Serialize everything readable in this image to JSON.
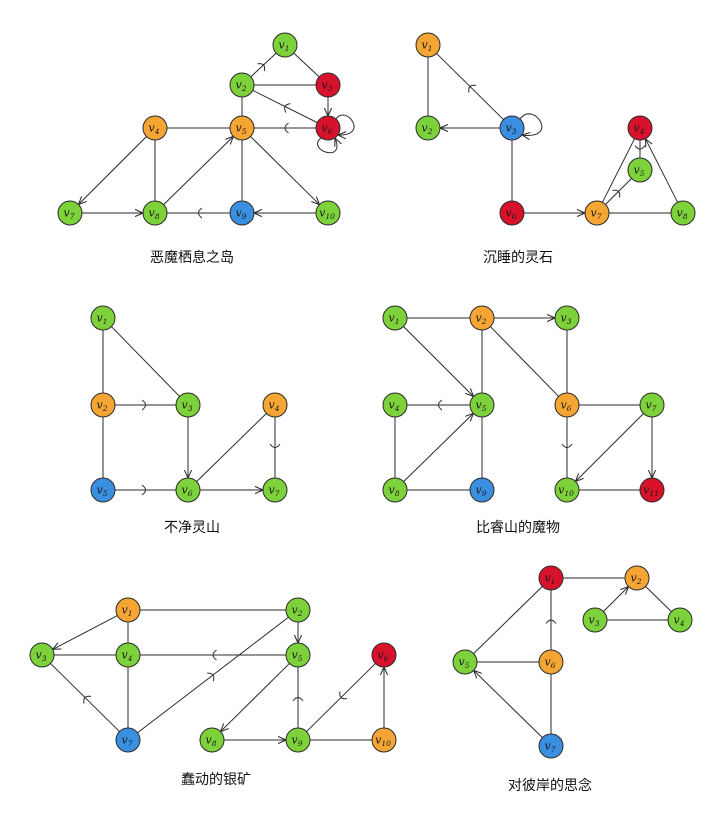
{
  "colors": {
    "green": "#7dd13a",
    "orange": "#f5a533",
    "red": "#d9122b",
    "blue": "#3b8fe0"
  },
  "graphs": [
    {
      "caption": "恶魔栖息之岛",
      "nodes": [
        {
          "id": "v1",
          "label": "v",
          "sub": "1",
          "color": "green"
        },
        {
          "id": "v2",
          "label": "v",
          "sub": "2",
          "color": "green"
        },
        {
          "id": "v3",
          "label": "v",
          "sub": "3",
          "color": "red"
        },
        {
          "id": "v4",
          "label": "v",
          "sub": "4",
          "color": "orange"
        },
        {
          "id": "v5",
          "label": "v",
          "sub": "5",
          "color": "orange"
        },
        {
          "id": "v6",
          "label": "v",
          "sub": "6",
          "color": "red"
        },
        {
          "id": "v7",
          "label": "v",
          "sub": "7",
          "color": "green"
        },
        {
          "id": "v8",
          "label": "v",
          "sub": "8",
          "color": "green"
        },
        {
          "id": "v9",
          "label": "v",
          "sub": "9",
          "color": "blue"
        },
        {
          "id": "v10",
          "label": "v",
          "sub": "10",
          "color": "green"
        }
      ],
      "edges": [
        {
          "from": "v1",
          "to": "v2",
          "type": "one-way"
        },
        {
          "from": "v1",
          "to": "v3",
          "type": "line"
        },
        {
          "from": "v2",
          "to": "v3",
          "type": "line"
        },
        {
          "from": "v2",
          "to": "v5",
          "type": "line"
        },
        {
          "from": "v2",
          "to": "v6",
          "type": "one-way"
        },
        {
          "from": "v3",
          "to": "v6",
          "type": "arrow"
        },
        {
          "from": "v4",
          "to": "v5",
          "type": "line"
        },
        {
          "from": "v4",
          "to": "v7",
          "type": "arrow"
        },
        {
          "from": "v4",
          "to": "v8",
          "type": "line"
        },
        {
          "from": "v5",
          "to": "v6",
          "type": "one-way"
        },
        {
          "from": "v5",
          "to": "v9",
          "type": "line"
        },
        {
          "from": "v5",
          "to": "v10",
          "type": "arrow"
        },
        {
          "from": "v7",
          "to": "v8",
          "type": "arrow"
        },
        {
          "from": "v8",
          "to": "v5",
          "type": "arrow"
        },
        {
          "from": "v8",
          "to": "v9",
          "type": "one-way"
        },
        {
          "from": "v10",
          "to": "v9",
          "type": "arrow"
        },
        {
          "from": "v6",
          "to": "v6",
          "type": "loop-right"
        },
        {
          "from": "v6",
          "to": "v6",
          "type": "loop-down"
        }
      ]
    },
    {
      "caption": "沉睡的灵石",
      "nodes": [
        {
          "id": "v1",
          "label": "v",
          "sub": "1",
          "color": "orange"
        },
        {
          "id": "v2",
          "label": "v",
          "sub": "2",
          "color": "green"
        },
        {
          "id": "v3",
          "label": "v",
          "sub": "3",
          "color": "blue"
        },
        {
          "id": "v4",
          "label": "v",
          "sub": "4",
          "color": "red"
        },
        {
          "id": "v5",
          "label": "v",
          "sub": "5",
          "color": "green"
        },
        {
          "id": "v6",
          "label": "v",
          "sub": "6",
          "color": "red"
        },
        {
          "id": "v7",
          "label": "v",
          "sub": "7",
          "color": "orange"
        },
        {
          "id": "v8",
          "label": "v",
          "sub": "8",
          "color": "green"
        }
      ],
      "edges": [
        {
          "from": "v1",
          "to": "v2",
          "type": "line"
        },
        {
          "from": "v1",
          "to": "v3",
          "type": "one-way"
        },
        {
          "from": "v3",
          "to": "v2",
          "type": "arrow"
        },
        {
          "from": "v3",
          "to": "v6",
          "type": "line"
        },
        {
          "from": "v6",
          "to": "v7",
          "type": "arrow"
        },
        {
          "from": "v4",
          "to": "v7",
          "type": "line"
        },
        {
          "from": "v5",
          "to": "v4",
          "type": "one-way"
        },
        {
          "from": "v5",
          "to": "v7",
          "type": "one-way"
        },
        {
          "from": "v8",
          "to": "v4",
          "type": "arrow"
        },
        {
          "from": "v8",
          "to": "v7",
          "type": "line"
        },
        {
          "from": "v3",
          "to": "v3",
          "type": "loop-right"
        }
      ]
    },
    {
      "caption": "不净灵山",
      "nodes": [
        {
          "id": "v1",
          "label": "v",
          "sub": "1",
          "color": "green"
        },
        {
          "id": "v2",
          "label": "v",
          "sub": "2",
          "color": "orange"
        },
        {
          "id": "v3",
          "label": "v",
          "sub": "3",
          "color": "green"
        },
        {
          "id": "v4",
          "label": "v",
          "sub": "4",
          "color": "orange"
        },
        {
          "id": "v5",
          "label": "v",
          "sub": "5",
          "color": "blue"
        },
        {
          "id": "v6",
          "label": "v",
          "sub": "6",
          "color": "green"
        },
        {
          "id": "v7",
          "label": "v",
          "sub": "7",
          "color": "green"
        }
      ],
      "edges": [
        {
          "from": "v1",
          "to": "v2",
          "type": "line"
        },
        {
          "from": "v1",
          "to": "v3",
          "type": "line"
        },
        {
          "from": "v3",
          "to": "v2",
          "type": "one-way"
        },
        {
          "from": "v2",
          "to": "v5",
          "type": "line"
        },
        {
          "from": "v3",
          "to": "v6",
          "type": "arrow"
        },
        {
          "from": "v6",
          "to": "v5",
          "type": "one-way"
        },
        {
          "from": "v6",
          "to": "v4",
          "type": "line"
        },
        {
          "from": "v6",
          "to": "v7",
          "type": "arrow"
        },
        {
          "from": "v7",
          "to": "v4",
          "type": "one-way"
        }
      ]
    },
    {
      "caption": "比睿山的魔物",
      "nodes": [
        {
          "id": "v1",
          "label": "v",
          "sub": "1",
          "color": "green"
        },
        {
          "id": "v2",
          "label": "v",
          "sub": "2",
          "color": "orange"
        },
        {
          "id": "v3",
          "label": "v",
          "sub": "3",
          "color": "green"
        },
        {
          "id": "v4",
          "label": "v",
          "sub": "4",
          "color": "green"
        },
        {
          "id": "v5",
          "label": "v",
          "sub": "5",
          "color": "green"
        },
        {
          "id": "v6",
          "label": "v",
          "sub": "6",
          "color": "orange"
        },
        {
          "id": "v7",
          "label": "v",
          "sub": "7",
          "color": "green"
        },
        {
          "id": "v8",
          "label": "v",
          "sub": "8",
          "color": "green"
        },
        {
          "id": "v9",
          "label": "v",
          "sub": "9",
          "color": "blue"
        },
        {
          "id": "v10",
          "label": "v",
          "sub": "10",
          "color": "green"
        },
        {
          "id": "v11",
          "label": "v",
          "sub": "11",
          "color": "red"
        }
      ],
      "edges": [
        {
          "from": "v1",
          "to": "v2",
          "type": "line"
        },
        {
          "from": "v1",
          "to": "v5",
          "type": "arrow"
        },
        {
          "from": "v2",
          "to": "v3",
          "type": "arrow"
        },
        {
          "from": "v2",
          "to": "v5",
          "type": "line"
        },
        {
          "from": "v2",
          "to": "v6",
          "type": "line"
        },
        {
          "from": "v3",
          "to": "v6",
          "type": "line"
        },
        {
          "from": "v4",
          "to": "v5",
          "type": "one-way"
        },
        {
          "from": "v4",
          "to": "v8",
          "type": "line"
        },
        {
          "from": "v8",
          "to": "v5",
          "type": "arrow"
        },
        {
          "from": "v8",
          "to": "v9",
          "type": "line"
        },
        {
          "from": "v5",
          "to": "v9",
          "type": "line"
        },
        {
          "from": "v6",
          "to": "v7",
          "type": "line"
        },
        {
          "from": "v10",
          "to": "v6",
          "type": "one-way"
        },
        {
          "from": "v7",
          "to": "v10",
          "type": "arrow"
        },
        {
          "from": "v7",
          "to": "v11",
          "type": "arrow"
        },
        {
          "from": "v10",
          "to": "v11",
          "type": "line"
        }
      ]
    },
    {
      "caption": "蠢动的银矿",
      "nodes": [
        {
          "id": "v1",
          "label": "v",
          "sub": "1",
          "color": "orange"
        },
        {
          "id": "v2",
          "label": "v",
          "sub": "2",
          "color": "green"
        },
        {
          "id": "v3",
          "label": "v",
          "sub": "3",
          "color": "green"
        },
        {
          "id": "v4",
          "label": "v",
          "sub": "4",
          "color": "green"
        },
        {
          "id": "v5",
          "label": "v",
          "sub": "5",
          "color": "green"
        },
        {
          "id": "v6",
          "label": "v",
          "sub": "6",
          "color": "red"
        },
        {
          "id": "v7",
          "label": "v",
          "sub": "7",
          "color": "blue"
        },
        {
          "id": "v8",
          "label": "v",
          "sub": "8",
          "color": "green"
        },
        {
          "id": "v9",
          "label": "v",
          "sub": "9",
          "color": "green"
        },
        {
          "id": "v10",
          "label": "v",
          "sub": "10",
          "color": "orange"
        }
      ],
      "edges": [
        {
          "from": "v1",
          "to": "v2",
          "type": "line"
        },
        {
          "from": "v1",
          "to": "v3",
          "type": "arrow"
        },
        {
          "from": "v1",
          "to": "v4",
          "type": "line"
        },
        {
          "from": "v3",
          "to": "v4",
          "type": "line"
        },
        {
          "from": "v4",
          "to": "v5",
          "type": "one-way"
        },
        {
          "from": "v4",
          "to": "v7",
          "type": "line"
        },
        {
          "from": "v3",
          "to": "v7",
          "type": "one-way"
        },
        {
          "from": "v2",
          "to": "v5",
          "type": "arrow"
        },
        {
          "from": "v2",
          "to": "v7",
          "type": "one-way"
        },
        {
          "from": "v5",
          "to": "v8",
          "type": "arrow"
        },
        {
          "from": "v5",
          "to": "v9",
          "type": "one-way"
        },
        {
          "from": "v8",
          "to": "v9",
          "type": "arrow"
        },
        {
          "from": "v9",
          "to": "v6",
          "type": "one-way"
        },
        {
          "from": "v9",
          "to": "v10",
          "type": "line"
        },
        {
          "from": "v10",
          "to": "v6",
          "type": "arrow"
        }
      ]
    },
    {
      "caption": "对彼岸的思念",
      "nodes": [
        {
          "id": "v1",
          "label": "v",
          "sub": "1",
          "color": "red"
        },
        {
          "id": "v2",
          "label": "v",
          "sub": "2",
          "color": "orange"
        },
        {
          "id": "v3",
          "label": "v",
          "sub": "3",
          "color": "green"
        },
        {
          "id": "v4",
          "label": "v",
          "sub": "4",
          "color": "green"
        },
        {
          "id": "v5",
          "label": "v",
          "sub": "5",
          "color": "green"
        },
        {
          "id": "v6",
          "label": "v",
          "sub": "6",
          "color": "orange"
        },
        {
          "id": "v7",
          "label": "v",
          "sub": "7",
          "color": "blue"
        }
      ],
      "edges": [
        {
          "from": "v1",
          "to": "v2",
          "type": "line"
        },
        {
          "from": "v1",
          "to": "v5",
          "type": "line"
        },
        {
          "from": "v1",
          "to": "v6",
          "type": "one-way"
        },
        {
          "from": "v3",
          "to": "v2",
          "type": "arrow"
        },
        {
          "from": "v3",
          "to": "v4",
          "type": "line"
        },
        {
          "from": "v4",
          "to": "v2",
          "type": "line"
        },
        {
          "from": "v5",
          "to": "v6",
          "type": "line"
        },
        {
          "from": "v7",
          "to": "v5",
          "type": "arrow"
        },
        {
          "from": "v6",
          "to": "v7",
          "type": "line"
        }
      ]
    }
  ]
}
